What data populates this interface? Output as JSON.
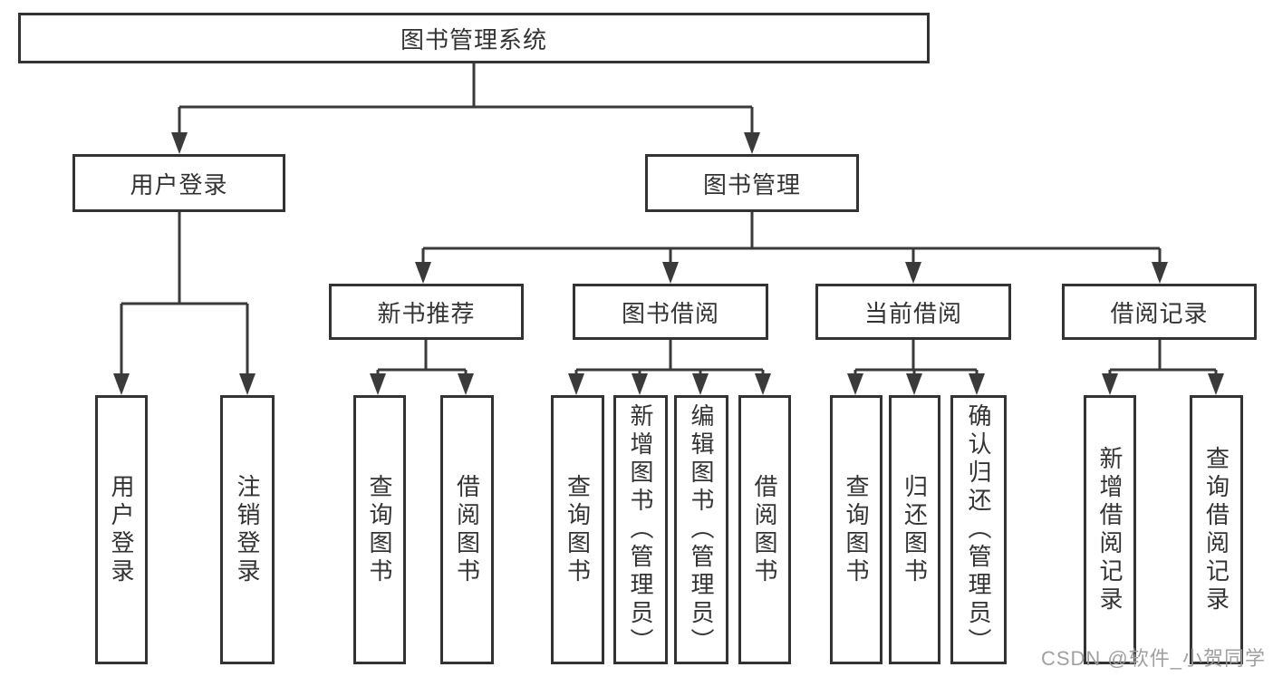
{
  "diagram": {
    "root": {
      "label": "图书管理系统"
    },
    "branches": [
      {
        "label": "用户登录",
        "leaves": [
          {
            "label": "用户登录"
          },
          {
            "label": "注销登录"
          }
        ]
      },
      {
        "label": "图书管理",
        "groups": [
          {
            "label": "新书推荐",
            "leaves": [
              {
                "label": "查询图书"
              },
              {
                "label": "借阅图书"
              }
            ]
          },
          {
            "label": "图书借阅",
            "leaves": [
              {
                "label": "查询图书"
              },
              {
                "label": "新增图书（管理员）"
              },
              {
                "label": "编辑图书（管理员）"
              },
              {
                "label": "借阅图书"
              }
            ]
          },
          {
            "label": "当前借阅",
            "leaves": [
              {
                "label": "查询图书"
              },
              {
                "label": "归还图书"
              },
              {
                "label": "确认归还（管理员）"
              }
            ]
          },
          {
            "label": "借阅记录",
            "leaves": [
              {
                "label": "新增借阅记录"
              },
              {
                "label": "查询借阅记录"
              }
            ]
          }
        ]
      }
    ]
  },
  "watermark": {
    "text": "CSDN @软件_小贺同学"
  },
  "colors": {
    "line": "#3a3a3a",
    "border": "#333333",
    "text": "#333333",
    "watermark": "#9b9b9b"
  }
}
